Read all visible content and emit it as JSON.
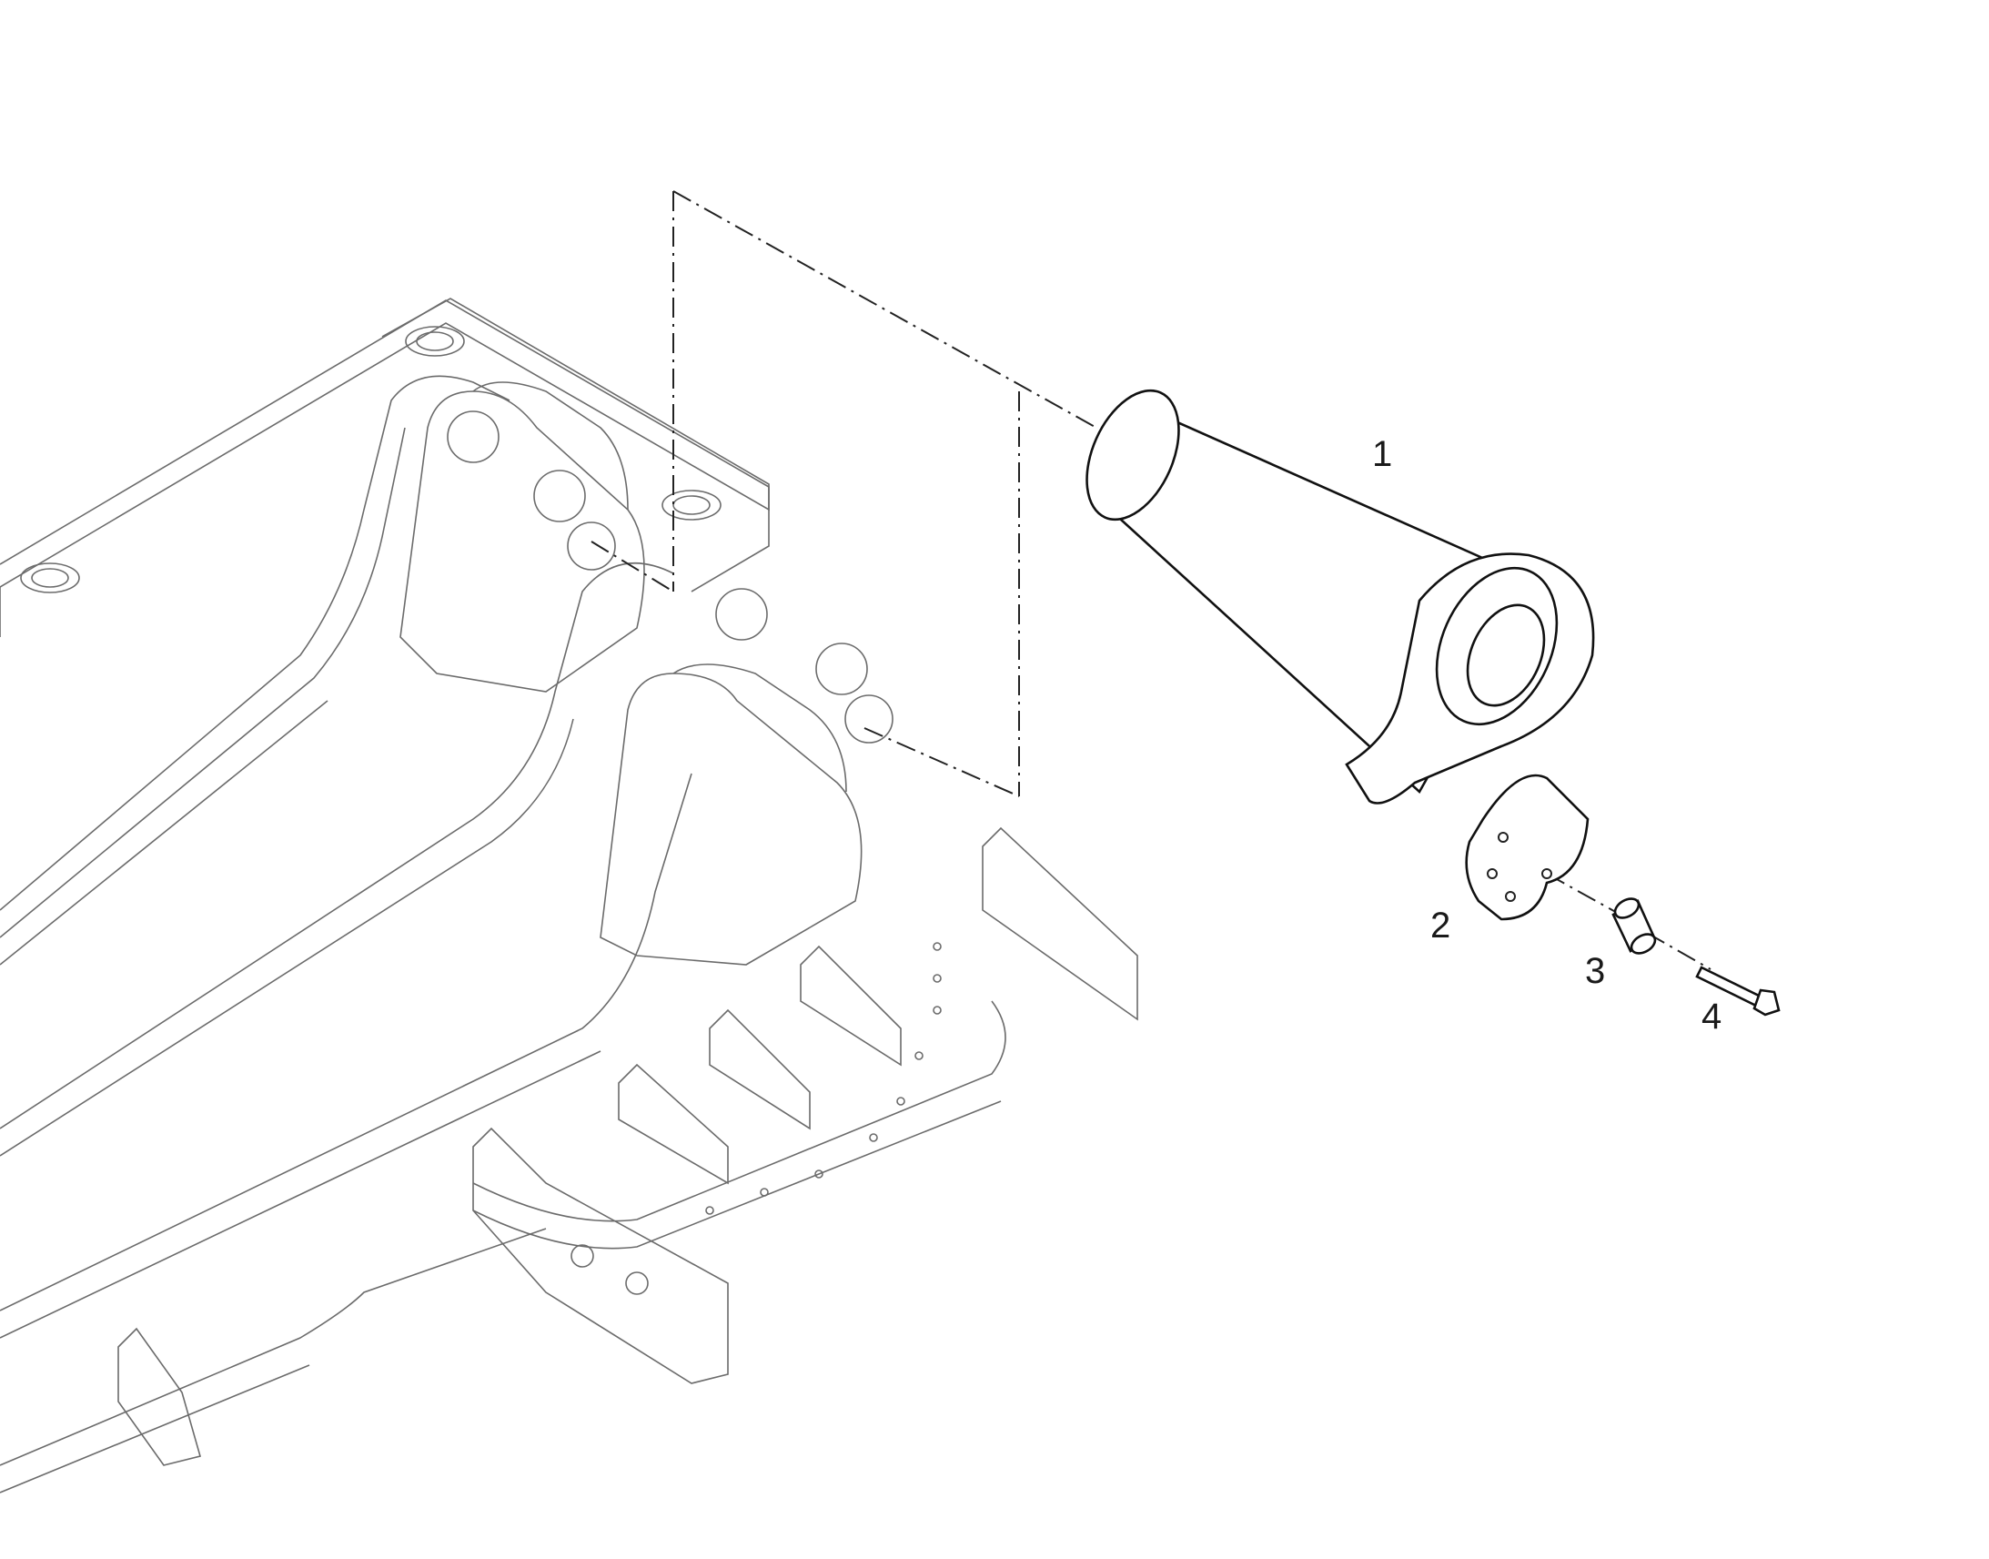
{
  "callouts": [
    {
      "id": "1",
      "label": "1"
    },
    {
      "id": "2",
      "label": "2"
    },
    {
      "id": "3",
      "label": "3"
    },
    {
      "id": "4",
      "label": "4"
    }
  ],
  "colors": {
    "line": "#222222",
    "frame_line": "#6b6b6b",
    "background": "#ffffff"
  }
}
